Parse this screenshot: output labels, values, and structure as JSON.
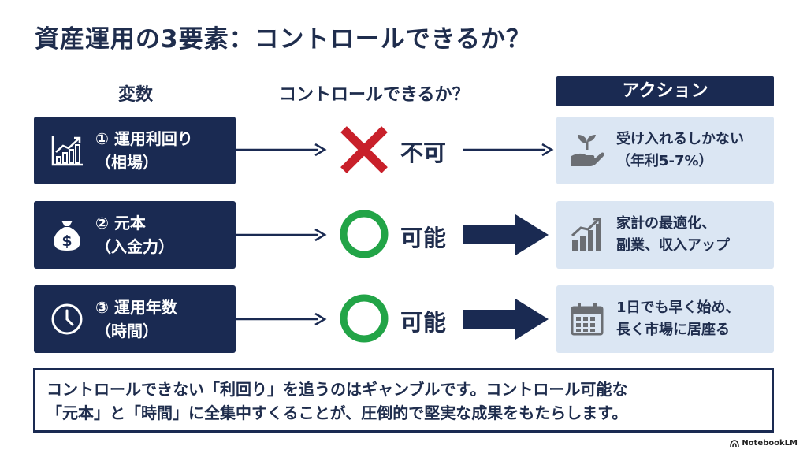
{
  "title": "資産運用の3要素：コントロールできるか？",
  "headers": {
    "variable": "変数",
    "control": "コントロールできるか？",
    "action": "アクション"
  },
  "rows": [
    {
      "line1": "① 運用利回り",
      "line2": "（相場）",
      "var_icon": "growth-chart-icon",
      "status_mark": "cross",
      "status": "不可",
      "action_line1": "受け入れるしかない",
      "action_line2": "（年利5-7%）",
      "action_icon": "hand-with-sprout-icon"
    },
    {
      "line1": "② 元本",
      "line2": "（入金力）",
      "var_icon": "money-bag-icon",
      "status_mark": "circle",
      "status": "可能",
      "action_line1": "家計の最適化、",
      "action_line2": "副業、収入アップ",
      "action_icon": "bar-chart-icon"
    },
    {
      "line1": "③ 運用年数",
      "line2": "（時間）",
      "var_icon": "clock-icon",
      "status_mark": "circle",
      "status": "可能",
      "action_line1": "1日でも早く始め、",
      "action_line2": "長く市場に居座る",
      "action_icon": "calendar-icon"
    }
  ],
  "conclusion": {
    "line1": "コントロールできない「利回り」を追うのはギャンブルです。コントロール可能な",
    "line2": "「元本」と「時間」に全集中すくることが、圧倒的で堅実な成果をもたらします。"
  },
  "brand": "NotebookLM",
  "colors": {
    "navy": "#1a2a52",
    "light_blue": "#dbe6f3",
    "red": "#c8202a",
    "green": "#22a447",
    "gray": "#6b6e73"
  }
}
